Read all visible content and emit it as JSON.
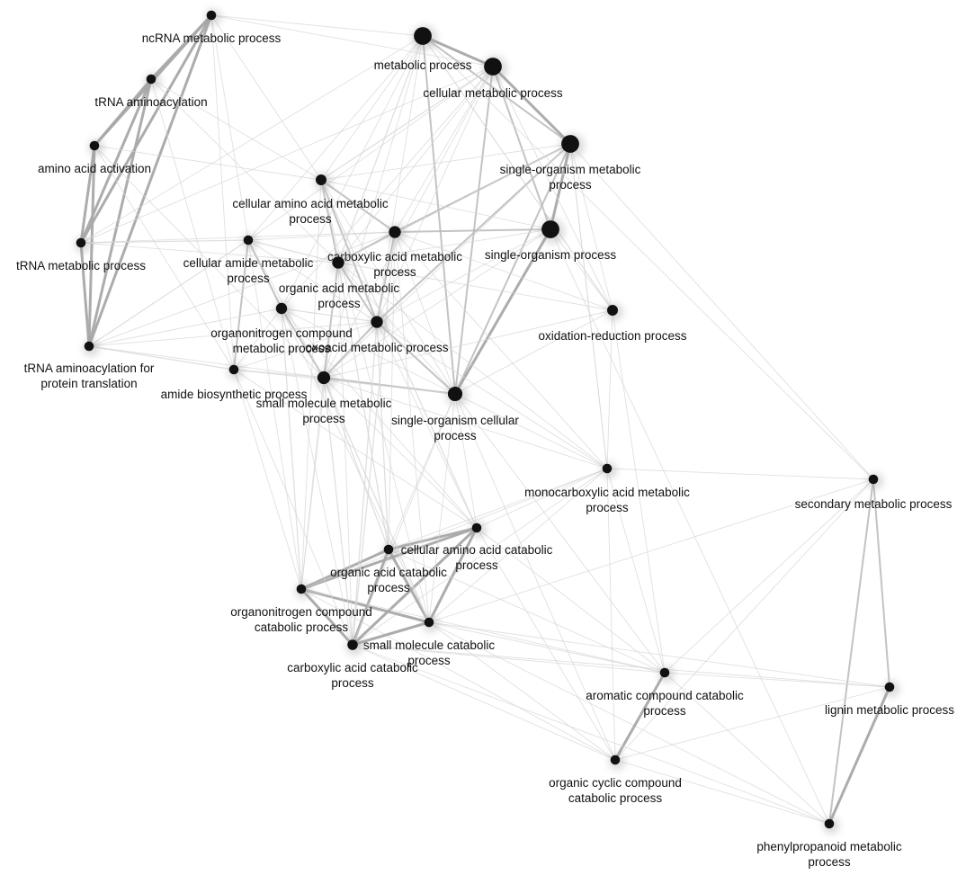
{
  "nodes": [
    {
      "id": "ncrna",
      "lines": [
        "ncRNA metabolic process"
      ],
      "weight": 1
    },
    {
      "id": "trna_aminoacylation",
      "lines": [
        "tRNA aminoacylation"
      ],
      "weight": 1
    },
    {
      "id": "amino_acid_activation",
      "lines": [
        "amino acid activation"
      ],
      "weight": 1
    },
    {
      "id": "trna_metabolic",
      "lines": [
        "tRNA metabolic process"
      ],
      "weight": 1
    },
    {
      "id": "trna_aminoacylation_pt",
      "lines": [
        "tRNA aminoacylation for",
        "protein translation"
      ],
      "weight": 1
    },
    {
      "id": "metabolic",
      "lines": [
        "metabolic process"
      ],
      "weight": 3
    },
    {
      "id": "cellular_metabolic",
      "lines": [
        "cellular metabolic process"
      ],
      "weight": 3
    },
    {
      "id": "single_org_metabolic",
      "lines": [
        "single-organism metabolic",
        "process"
      ],
      "weight": 3
    },
    {
      "id": "single_org",
      "lines": [
        "single-organism process"
      ],
      "weight": 3
    },
    {
      "id": "cellular_aa_metabolic",
      "lines": [
        "cellular amino acid metabolic",
        "process"
      ],
      "weight": 1.3
    },
    {
      "id": "cellular_amide_metabolic",
      "lines": [
        "cellular amide metabolic",
        "process"
      ],
      "weight": 1
    },
    {
      "id": "carboxylic_metabolic",
      "lines": [
        "carboxylic acid metabolic",
        "process"
      ],
      "weight": 1.6
    },
    {
      "id": "organic_acid_metabolic",
      "lines": [
        "organic acid metabolic",
        "process"
      ],
      "weight": 1.6
    },
    {
      "id": "organonitrogen_metabolic",
      "lines": [
        "organonitrogen compound",
        "metabolic process"
      ],
      "weight": 1.4
    },
    {
      "id": "oxoacid_metabolic",
      "lines": [
        "oxoacid metabolic process"
      ],
      "weight": 1.6
    },
    {
      "id": "small_molecule_metabolic",
      "lines": [
        "small molecule metabolic",
        "process"
      ],
      "weight": 1.8
    },
    {
      "id": "amide_biosynthetic",
      "lines": [
        "amide biosynthetic process"
      ],
      "weight": 1
    },
    {
      "id": "single_org_cellular",
      "lines": [
        "single-organism cellular",
        "process"
      ],
      "weight": 2.2
    },
    {
      "id": "oxidation_reduction",
      "lines": [
        "oxidation-reduction process"
      ],
      "weight": 1.3
    },
    {
      "id": "monocarboxylic",
      "lines": [
        "monocarboxylic acid metabolic",
        "process"
      ],
      "weight": 1
    },
    {
      "id": "secondary_metabolic",
      "lines": [
        "secondary metabolic process"
      ],
      "weight": 1
    },
    {
      "id": "cellular_aa_catabolic",
      "lines": [
        "cellular amino acid catabolic",
        "process"
      ],
      "weight": 1
    },
    {
      "id": "organic_acid_catabolic",
      "lines": [
        "organic acid catabolic",
        "process"
      ],
      "weight": 1
    },
    {
      "id": "organonitrogen_catabolic",
      "lines": [
        "organonitrogen compound",
        "catabolic process"
      ],
      "weight": 1
    },
    {
      "id": "small_molecule_catabolic",
      "lines": [
        "small molecule catabolic",
        "process"
      ],
      "weight": 1
    },
    {
      "id": "carboxylic_catabolic",
      "lines": [
        "carboxylic acid catabolic",
        "process"
      ],
      "weight": 1.2
    },
    {
      "id": "aromatic_catabolic",
      "lines": [
        "aromatic compound catabolic",
        "process"
      ],
      "weight": 1
    },
    {
      "id": "lignin_metabolic",
      "lines": [
        "lignin metabolic process"
      ],
      "weight": 1
    },
    {
      "id": "organic_cyclic_catabolic",
      "lines": [
        "organic cyclic compound",
        "catabolic process"
      ],
      "weight": 1
    },
    {
      "id": "phenylpropanoid",
      "lines": [
        "phenylpropanoid metabolic",
        "process"
      ],
      "weight": 1
    }
  ],
  "edges": [
    [
      "ncrna",
      "trna_aminoacylation",
      3
    ],
    [
      "ncrna",
      "amino_acid_activation",
      3
    ],
    [
      "ncrna",
      "trna_metabolic",
      3
    ],
    [
      "ncrna",
      "trna_aminoacylation_pt",
      3
    ],
    [
      "trna_aminoacylation",
      "amino_acid_activation",
      3
    ],
    [
      "trna_aminoacylation",
      "trna_metabolic",
      3
    ],
    [
      "trna_aminoacylation",
      "trna_aminoacylation_pt",
      3
    ],
    [
      "amino_acid_activation",
      "trna_metabolic",
      3
    ],
    [
      "amino_acid_activation",
      "trna_aminoacylation_pt",
      3
    ],
    [
      "trna_metabolic",
      "trna_aminoacylation_pt",
      3
    ],
    [
      "metabolic",
      "cellular_metabolic",
      3
    ],
    [
      "metabolic",
      "single_org_metabolic",
      2
    ],
    [
      "metabolic",
      "single_org_cellular",
      2
    ],
    [
      "cellular_metabolic",
      "single_org_metabolic",
      3
    ],
    [
      "cellular_metabolic",
      "single_org",
      2
    ],
    [
      "cellular_metabolic",
      "single_org_cellular",
      2
    ],
    [
      "single_org_metabolic",
      "single_org",
      3
    ],
    [
      "single_org_metabolic",
      "single_org_cellular",
      2
    ],
    [
      "single_org",
      "single_org_cellular",
      3
    ],
    [
      "cellular_aa_metabolic",
      "carboxylic_metabolic",
      2
    ],
    [
      "cellular_aa_metabolic",
      "organic_acid_metabolic",
      2
    ],
    [
      "cellular_aa_metabolic",
      "oxoacid_metabolic",
      2
    ],
    [
      "carboxylic_metabolic",
      "organic_acid_metabolic",
      2
    ],
    [
      "carboxylic_metabolic",
      "oxoacid_metabolic",
      2
    ],
    [
      "carboxylic_metabolic",
      "single_org",
      2
    ],
    [
      "organic_acid_metabolic",
      "oxoacid_metabolic",
      2
    ],
    [
      "organic_acid_metabolic",
      "small_molecule_metabolic",
      2
    ],
    [
      "organonitrogen_metabolic",
      "small_molecule_metabolic",
      2
    ],
    [
      "organonitrogen_metabolic",
      "cellular_amide_metabolic",
      2
    ],
    [
      "oxoacid_metabolic",
      "small_molecule_metabolic",
      2
    ],
    [
      "small_molecule_metabolic",
      "single_org_cellular",
      2
    ],
    [
      "oxoacid_metabolic",
      "single_org_cellular",
      2
    ],
    [
      "carboxylic_metabolic",
      "single_org_metabolic",
      2
    ],
    [
      "oxoacid_metabolic",
      "single_org_metabolic",
      2
    ],
    [
      "cellular_amide_metabolic",
      "amide_biosynthetic",
      2
    ],
    [
      "trna_metabolic",
      "cellular_amide_metabolic",
      1.5
    ],
    [
      "trna_aminoacylation_pt",
      "amide_biosynthetic",
      1.5
    ],
    [
      "trna_aminoacylation_pt",
      "cellular_amide_metabolic",
      1.5
    ],
    [
      "organonitrogen_metabolic",
      "oxoacid_metabolic",
      1.5
    ],
    [
      "amide_biosynthetic",
      "small_molecule_metabolic",
      1.5
    ],
    [
      "organic_acid_metabolic",
      "metabolic",
      1.5
    ],
    [
      "cellular_aa_metabolic",
      "cellular_metabolic",
      1.5
    ],
    [
      "cellular_amide_metabolic",
      "organic_acid_metabolic",
      1.5
    ],
    [
      "single_org_cellular",
      "oxidation_reduction",
      1
    ],
    [
      "single_org",
      "oxidation_reduction",
      1
    ],
    [
      "single_org_metabolic",
      "oxidation_reduction",
      1
    ],
    [
      "oxidation_reduction",
      "monocarboxylic",
      1
    ],
    [
      "oxidation_reduction",
      "aromatic_catabolic",
      1
    ],
    [
      "monocarboxylic",
      "single_org_cellular",
      1
    ],
    [
      "monocarboxylic",
      "cellular_aa_catabolic",
      1
    ],
    [
      "monocarboxylic",
      "carboxylic_catabolic",
      1
    ],
    [
      "monocarboxylic",
      "organic_cyclic_catabolic",
      1
    ],
    [
      "secondary_metabolic",
      "lignin_metabolic",
      2
    ],
    [
      "secondary_metabolic",
      "phenylpropanoid",
      2
    ],
    [
      "lignin_metabolic",
      "phenylpropanoid",
      3
    ],
    [
      "secondary_metabolic",
      "single_org_metabolic",
      1
    ],
    [
      "secondary_metabolic",
      "organic_cyclic_catabolic",
      1
    ],
    [
      "lignin_metabolic",
      "aromatic_catabolic",
      1
    ],
    [
      "lignin_metabolic",
      "organic_cyclic_catabolic",
      1
    ],
    [
      "phenylpropanoid",
      "aromatic_catabolic",
      1
    ],
    [
      "phenylpropanoid",
      "small_molecule_catabolic",
      1
    ],
    [
      "aromatic_catabolic",
      "organic_cyclic_catabolic",
      3
    ],
    [
      "aromatic_catabolic",
      "small_molecule_catabolic",
      1
    ],
    [
      "aromatic_catabolic",
      "carboxylic_catabolic",
      1
    ],
    [
      "organic_cyclic_catabolic",
      "organonitrogen_catabolic",
      1
    ],
    [
      "organic_cyclic_catabolic",
      "small_molecule_catabolic",
      1
    ],
    [
      "cellular_aa_catabolic",
      "organic_acid_catabolic",
      3
    ],
    [
      "cellular_aa_catabolic",
      "organonitrogen_catabolic",
      3
    ],
    [
      "cellular_aa_catabolic",
      "small_molecule_catabolic",
      3
    ],
    [
      "cellular_aa_catabolic",
      "carboxylic_catabolic",
      3
    ],
    [
      "organic_acid_catabolic",
      "organonitrogen_catabolic",
      3
    ],
    [
      "organic_acid_catabolic",
      "small_molecule_catabolic",
      3
    ],
    [
      "organic_acid_catabolic",
      "carboxylic_catabolic",
      3
    ],
    [
      "organonitrogen_catabolic",
      "small_molecule_catabolic",
      3
    ],
    [
      "organonitrogen_catabolic",
      "carboxylic_catabolic",
      3
    ],
    [
      "small_molecule_catabolic",
      "carboxylic_catabolic",
      3
    ],
    [
      "small_molecule_metabolic",
      "organic_acid_catabolic",
      1.5
    ],
    [
      "small_molecule_metabolic",
      "carboxylic_catabolic",
      1.5
    ],
    [
      "small_molecule_metabolic",
      "small_molecule_catabolic",
      1.5
    ],
    [
      "oxoacid_metabolic",
      "organic_acid_catabolic",
      1.5
    ],
    [
      "oxoacid_metabolic",
      "carboxylic_catabolic",
      1.5
    ],
    [
      "organic_acid_metabolic",
      "organic_acid_catabolic",
      1.5
    ],
    [
      "carboxylic_metabolic",
      "carboxylic_catabolic",
      1.5
    ],
    [
      "cellular_aa_metabolic",
      "cellular_aa_catabolic",
      1.5
    ],
    [
      "organonitrogen_metabolic",
      "organonitrogen_catabolic",
      1.5
    ],
    [
      "single_org_cellular",
      "small_molecule_catabolic",
      1
    ],
    [
      "single_org_cellular",
      "cellular_aa_catabolic",
      1
    ],
    [
      "amide_biosynthetic",
      "organonitrogen_catabolic",
      1
    ],
    [
      "metabolic",
      "ncrna",
      1
    ],
    [
      "metabolic",
      "trna_metabolic",
      1
    ],
    [
      "metabolic",
      "cellular_amide_metabolic",
      1
    ],
    [
      "metabolic",
      "cellular_aa_metabolic",
      1
    ],
    [
      "metabolic",
      "small_molecule_metabolic",
      1
    ],
    [
      "metabolic",
      "oxoacid_metabolic",
      1
    ],
    [
      "metabolic",
      "organonitrogen_metabolic",
      1
    ],
    [
      "cellular_metabolic",
      "ncrna",
      1
    ],
    [
      "cellular_metabolic",
      "trna_metabolic",
      1
    ],
    [
      "cellular_metabolic",
      "cellular_amide_metabolic",
      1
    ],
    [
      "cellular_metabolic",
      "carboxylic_metabolic",
      1
    ],
    [
      "cellular_metabolic",
      "organic_acid_metabolic",
      1
    ],
    [
      "cellular_metabolic",
      "oxoacid_metabolic",
      1
    ],
    [
      "cellular_metabolic",
      "small_molecule_metabolic",
      1
    ],
    [
      "cellular_metabolic",
      "organonitrogen_metabolic",
      1
    ],
    [
      "single_org_metabolic",
      "cellular_aa_metabolic",
      1
    ],
    [
      "single_org_metabolic",
      "organic_acid_metabolic",
      1
    ],
    [
      "single_org_metabolic",
      "small_molecule_metabolic",
      1
    ],
    [
      "single_org",
      "organic_acid_metabolic",
      1
    ],
    [
      "single_org",
      "small_molecule_metabolic",
      1
    ],
    [
      "single_org",
      "oxoacid_metabolic",
      1
    ],
    [
      "single_org",
      "cellular_aa_metabolic",
      1
    ],
    [
      "single_org_cellular",
      "cellular_aa_metabolic",
      1
    ],
    [
      "single_org_cellular",
      "organic_acid_metabolic",
      1
    ],
    [
      "single_org_cellular",
      "carboxylic_metabolic",
      1
    ],
    [
      "single_org_cellular",
      "organonitrogen_metabolic",
      1
    ],
    [
      "single_org_cellular",
      "amide_biosynthetic",
      1
    ],
    [
      "trna_aminoacylation",
      "cellular_aa_metabolic",
      1
    ],
    [
      "amino_acid_activation",
      "cellular_aa_metabolic",
      1
    ],
    [
      "trna_metabolic",
      "organic_acid_metabolic",
      1
    ],
    [
      "trna_metabolic",
      "carboxylic_metabolic",
      1
    ],
    [
      "trna_aminoacylation_pt",
      "organonitrogen_metabolic",
      1
    ],
    [
      "trna_aminoacylation_pt",
      "small_molecule_metabolic",
      1
    ],
    [
      "trna_aminoacylation_pt",
      "oxoacid_metabolic",
      1
    ],
    [
      "ncrna",
      "cellular_amide_metabolic",
      1
    ],
    [
      "ncrna",
      "amide_biosynthetic",
      1
    ],
    [
      "ncrna",
      "cellular_aa_metabolic",
      1
    ],
    [
      "trna_aminoacylation",
      "amide_biosynthetic",
      1
    ],
    [
      "trna_aminoacylation",
      "organic_acid_metabolic",
      1
    ],
    [
      "amino_acid_activation",
      "amide_biosynthetic",
      1
    ],
    [
      "amino_acid_activation",
      "small_molecule_metabolic",
      1
    ],
    [
      "trna_aminoacylation_pt",
      "carboxylic_metabolic",
      1
    ],
    [
      "cellular_amide_metabolic",
      "oxoacid_metabolic",
      1
    ],
    [
      "cellular_amide_metabolic",
      "small_molecule_metabolic",
      1
    ],
    [
      "cellular_amide_metabolic",
      "carboxylic_metabolic",
      1
    ],
    [
      "amide_biosynthetic",
      "organonitrogen_metabolic",
      1
    ],
    [
      "amide_biosynthetic",
      "oxoacid_metabolic",
      1
    ],
    [
      "organonitrogen_metabolic",
      "cellular_aa_catabolic",
      1
    ],
    [
      "organonitrogen_metabolic",
      "small_molecule_catabolic",
      1
    ],
    [
      "organonitrogen_metabolic",
      "carboxylic_catabolic",
      1
    ],
    [
      "cellular_aa_metabolic",
      "organonitrogen_catabolic",
      1
    ],
    [
      "cellular_aa_metabolic",
      "small_molecule_catabolic",
      1
    ],
    [
      "carboxylic_metabolic",
      "organic_acid_catabolic",
      1
    ],
    [
      "carboxylic_metabolic",
      "small_molecule_catabolic",
      1
    ],
    [
      "organic_acid_metabolic",
      "carboxylic_catabolic",
      1
    ],
    [
      "organic_acid_metabolic",
      "organonitrogen_catabolic",
      1
    ],
    [
      "small_molecule_metabolic",
      "organonitrogen_catabolic",
      1
    ],
    [
      "small_molecule_metabolic",
      "cellular_aa_catabolic",
      1
    ],
    [
      "oxoacid_metabolic",
      "cellular_aa_catabolic",
      1
    ],
    [
      "amide_biosynthetic",
      "carboxylic_catabolic",
      1
    ],
    [
      "amide_biosynthetic",
      "cellular_aa_catabolic",
      1
    ],
    [
      "cellular_amide_metabolic",
      "organonitrogen_catabolic",
      1
    ],
    [
      "oxidation_reduction",
      "carboxylic_metabolic",
      1
    ],
    [
      "oxidation_reduction",
      "organic_acid_metabolic",
      1
    ],
    [
      "oxidation_reduction",
      "cellular_metabolic",
      1
    ],
    [
      "oxidation_reduction",
      "metabolic",
      1
    ],
    [
      "oxidation_reduction",
      "small_molecule_metabolic",
      1
    ],
    [
      "monocarboxylic",
      "organic_acid_metabolic",
      1
    ],
    [
      "monocarboxylic",
      "carboxylic_metabolic",
      1
    ],
    [
      "monocarboxylic",
      "oxoacid_metabolic",
      1
    ],
    [
      "monocarboxylic",
      "small_molecule_metabolic",
      1
    ],
    [
      "monocarboxylic",
      "single_org_metabolic",
      1
    ],
    [
      "monocarboxylic",
      "small_molecule_catabolic",
      1
    ],
    [
      "monocarboxylic",
      "organic_acid_catabolic",
      1
    ],
    [
      "monocarboxylic",
      "secondary_metabolic",
      1
    ],
    [
      "monocarboxylic",
      "aromatic_catabolic",
      1
    ],
    [
      "monocarboxylic",
      "organonitrogen_catabolic",
      1
    ],
    [
      "aromatic_catabolic",
      "organonitrogen_catabolic",
      1
    ],
    [
      "aromatic_catabolic",
      "cellular_aa_catabolic",
      1
    ],
    [
      "aromatic_catabolic",
      "organic_acid_catabolic",
      1
    ],
    [
      "aromatic_catabolic",
      "single_org_cellular",
      1
    ],
    [
      "aromatic_catabolic",
      "secondary_metabolic",
      1
    ],
    [
      "organic_cyclic_catabolic",
      "carboxylic_catabolic",
      1
    ],
    [
      "organic_cyclic_catabolic",
      "cellular_aa_catabolic",
      1
    ],
    [
      "organic_cyclic_catabolic",
      "phenylpropanoid",
      1
    ],
    [
      "organic_cyclic_catabolic",
      "single_org_cellular",
      1
    ],
    [
      "phenylpropanoid",
      "single_org",
      1
    ],
    [
      "phenylpropanoid",
      "carboxylic_catabolic",
      1
    ],
    [
      "secondary_metabolic",
      "metabolic",
      1
    ],
    [
      "secondary_metabolic",
      "small_molecule_catabolic",
      1
    ],
    [
      "lignin_metabolic",
      "small_molecule_catabolic",
      1
    ],
    [
      "lignin_metabolic",
      "carboxylic_catabolic",
      1
    ],
    [
      "metabolic",
      "oxidation_reduction",
      1
    ],
    [
      "single_org_metabolic",
      "monocarboxylic",
      1
    ],
    [
      "single_org_cellular",
      "carboxylic_catabolic",
      1
    ],
    [
      "single_org_cellular",
      "organic_acid_catabolic",
      1
    ]
  ]
}
